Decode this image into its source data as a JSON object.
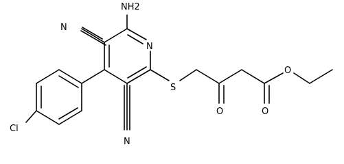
{
  "molecule": {
    "atoms": {
      "amino": "NH2",
      "pyridine_n": "N",
      "sulfur": "S",
      "ketone_o": "O",
      "ester_o_carbonyl": "O",
      "ester_o_ether": "O",
      "chlorine": "Cl",
      "nitrile_top_n": "N",
      "nitrile_bottom_n": "N"
    },
    "colors": {
      "bond": "#000000",
      "label": "#000000",
      "background": "#ffffff"
    }
  }
}
